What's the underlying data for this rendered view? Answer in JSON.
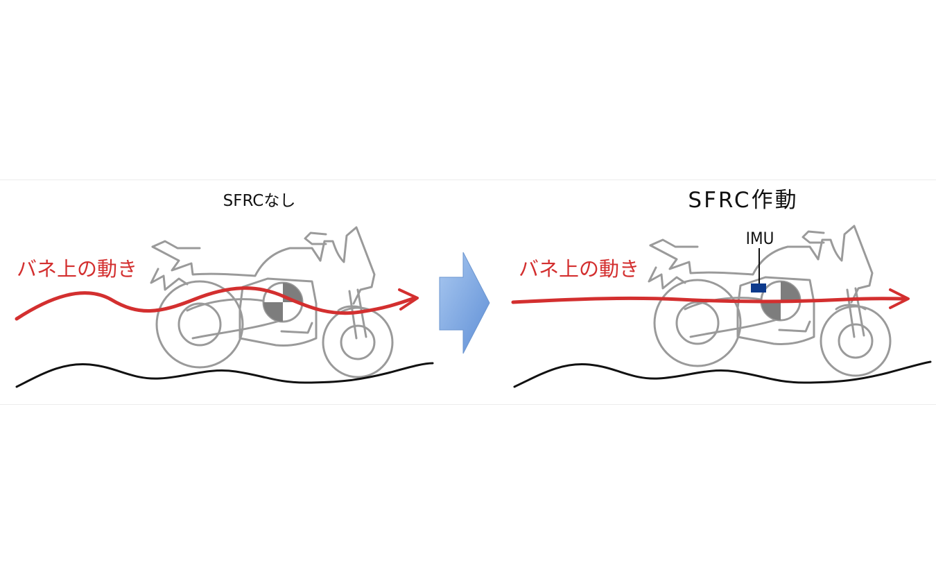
{
  "left_panel": {
    "title": "SFRCなし",
    "motion_label": "バネ上の動き"
  },
  "right_panel": {
    "title": "SFRC作動",
    "motion_label": "バネ上の動き",
    "sensor_label": "IMU"
  },
  "colors": {
    "motion_arrow": "#d32f2f",
    "road": "#111111",
    "bike_outline": "#9a9a9a",
    "transition_arrow": "#7aa6e0",
    "imu_box": "#0d3a8c"
  }
}
